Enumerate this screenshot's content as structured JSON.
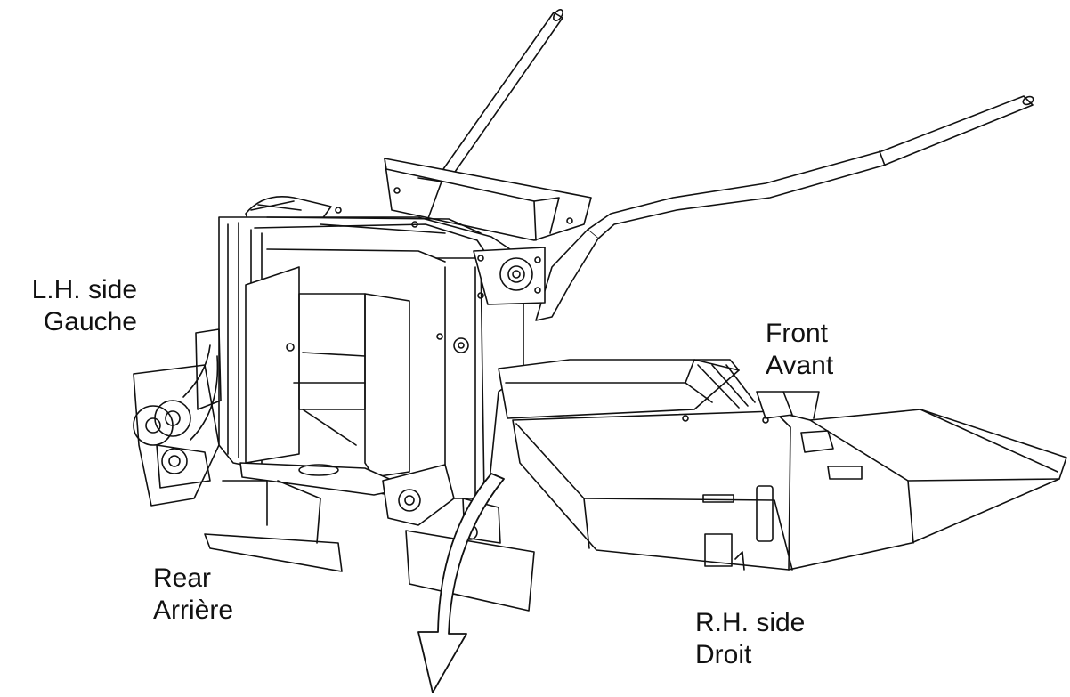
{
  "labels": {
    "left_side": {
      "line1": "L.H. side",
      "line2": "Gauche"
    },
    "front": {
      "line1": "Front",
      "line2": "Avant"
    },
    "rear": {
      "line1": "Rear",
      "line2": "Arrière"
    },
    "right_side": {
      "line1": "R.H. side",
      "line2": "Droit"
    }
  },
  "colors": {
    "line": "#111111",
    "background": "#ffffff"
  }
}
